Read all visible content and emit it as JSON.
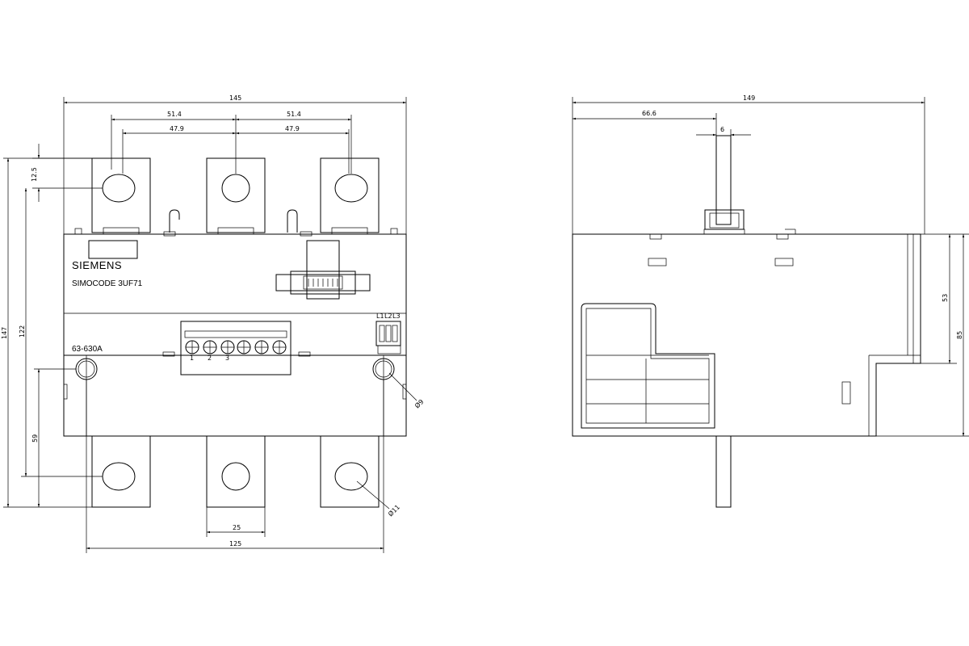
{
  "front_view": {
    "brand": "SIEMENS",
    "model": "SIMOCODE 3UF71",
    "current_range": "63-630A",
    "phase_labels": [
      "L1",
      "L2",
      "L3"
    ],
    "terminal_numbers": [
      "1",
      "2",
      "3"
    ],
    "dimensions": {
      "overall_width": "145",
      "pitch_top_left": "51.4",
      "pitch_top_right": "51.4",
      "pitch_inner_left": "47.9",
      "pitch_inner_right": "47.9",
      "hole_offset": "12.5",
      "overall_height": "147",
      "height_122": "122",
      "height_59": "59",
      "mount_hole_dia": "Ø9",
      "busbar_hole_dia": "Ø11",
      "busbar_width": "25",
      "mount_spacing": "125"
    }
  },
  "side_view": {
    "dimensions": {
      "overall_depth": "149",
      "depth_to_bar": "66.6",
      "bar_thickness": "6",
      "height_53": "53",
      "height_85": "85"
    }
  }
}
